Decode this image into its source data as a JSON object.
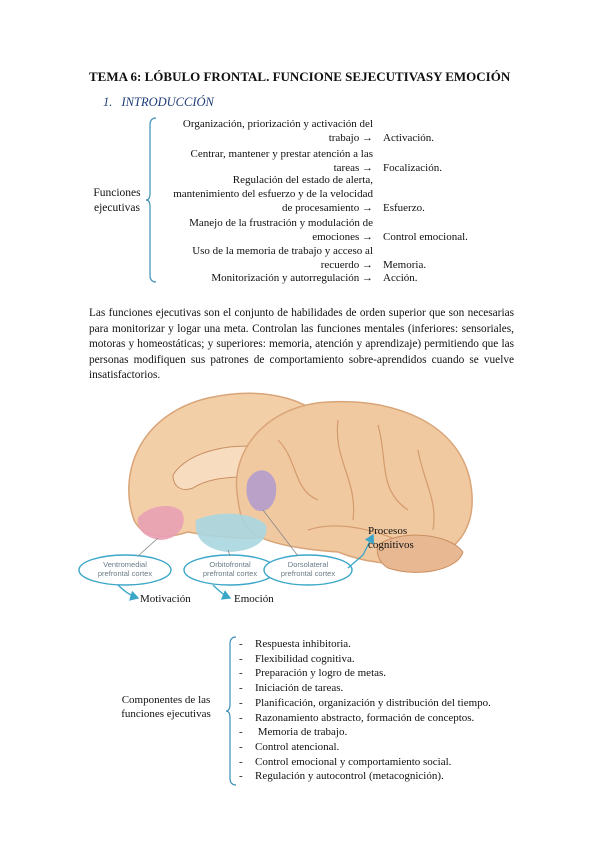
{
  "title": "TEMA 6: LÓBULO FRONTAL. FUNCIONE SEJECUTIVASY EMOCIÓN",
  "section": {
    "number": "1.",
    "label": "INTRODUCCIÓN"
  },
  "funciones": {
    "label_line1": "Funciones",
    "label_line2": "ejecutivas",
    "items": [
      {
        "desc_lines": [
          "Organización, priorización y activación del",
          "trabajo →"
        ],
        "result": "Activación."
      },
      {
        "desc_lines": [
          "Centrar, mantener y prestar atención a las",
          "tareas →"
        ],
        "result": "Focalización."
      },
      {
        "desc_lines": [
          "Regulación del estado de alerta,",
          "mantenimiento del esfuerzo y de la velocidad",
          "de procesamiento →"
        ],
        "result": "Esfuerzo."
      },
      {
        "desc_lines": [
          "Manejo de la frustración y modulación de",
          "emociones →"
        ],
        "result": "Control emocional."
      },
      {
        "desc_lines": [
          "Uso de la memoria de trabajo y acceso al",
          "recuerdo →"
        ],
        "result": "Memoria."
      },
      {
        "desc_lines": [
          "Monitorización y autorregulación →"
        ],
        "result": "Acción."
      }
    ]
  },
  "paragraph": "Las funciones ejecutivas son el conjunto de habilidades de orden superior que son necesarias para monitorizar y logar una meta. Controlan las funciones mentales (inferiores: sensoriales, motoras y homeostáticas; y superiores: memoria, atención y aprendizaje)  permitiendo que las personas modifiquen sus patrones de comportamiento sobre-aprendidos cuando se vuelve insatisfactorios.",
  "figure": {
    "labels": {
      "ventromedial_1": "Ventromedial",
      "ventromedial_2": "prefrontal cortex",
      "orbitofrontal_1": "Orbitofrontal",
      "orbitofrontal_2": "prefrontal cortex",
      "dorsolateral_1": "Dorsolateral",
      "dorsolateral_2": "prefrontal cortex"
    },
    "annotations": {
      "procesos_1": "Procesos",
      "procesos_2": "cognitivos",
      "motivacion": "Motivación",
      "emocion": "Emoción"
    },
    "colors": {
      "brain": "#f3cfa8",
      "brain_stroke": "#d9a578",
      "ventromedial": "#e9a0b4",
      "orbitofrontal": "#a9d6e0",
      "dorsolateral": "#b49ccb",
      "annotation": "#3aa6c8"
    }
  },
  "componentes": {
    "label_line1": "Componentes de las",
    "label_line2": "funciones ejecutivas",
    "items": [
      "Respuesta inhibitoria.",
      "Flexibilidad cognitiva.",
      "Preparación y logro de metas.",
      "Iniciación de tareas.",
      "Planificación, organización y distribución del tiempo.",
      "Razonamiento abstracto, formación de conceptos.",
      " Memoria de trabajo.",
      "Control atencional.",
      "Control emocional y comportamiento social.",
      "Regulación y autocontrol (metacognición)."
    ]
  }
}
